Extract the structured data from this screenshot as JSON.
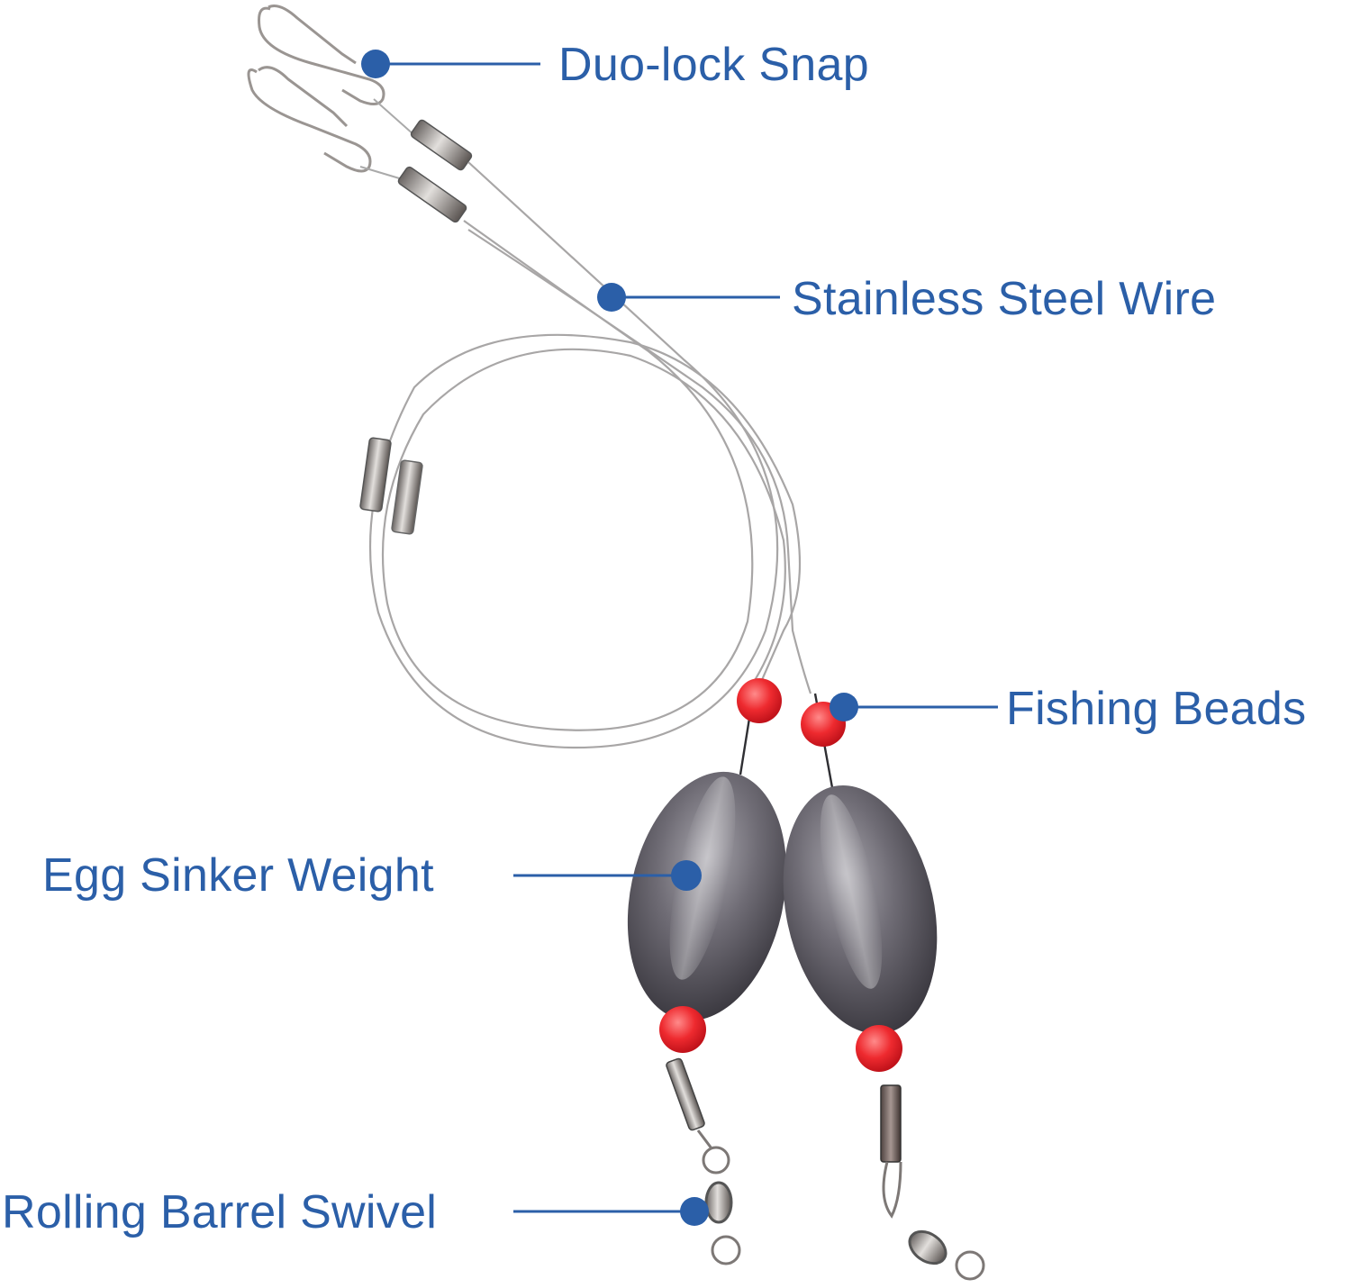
{
  "diagram": {
    "subject": "Egg sinker fishing rig",
    "accent_color": "#2b5fa8",
    "bead_color": "#e8202a",
    "labels": [
      {
        "id": "duo-lock-snap",
        "text": "Duo-lock Snap"
      },
      {
        "id": "stainless-steel-wire",
        "text": "Stainless Steel Wire"
      },
      {
        "id": "fishing-beads",
        "text": "Fishing Beads"
      },
      {
        "id": "egg-sinker-weight",
        "text": "Egg Sinker Weight"
      },
      {
        "id": "rolling-barrel-swivel",
        "text": "Rolling Barrel Swivel"
      }
    ]
  }
}
